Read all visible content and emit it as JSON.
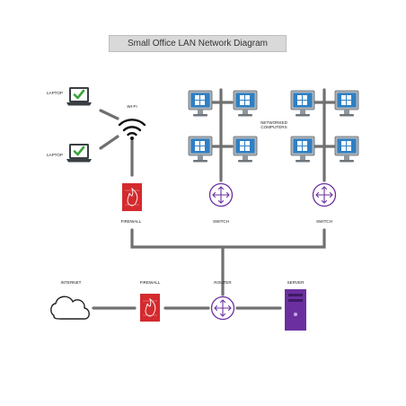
{
  "title": "Small Office LAN Network Diagram",
  "labels": {
    "laptop_top": "LAPTOP",
    "laptop_bottom": "LAPTOP",
    "wifi": "WI-FI",
    "networked_computers": "NETWORKED COMPUTERS",
    "firewall_top": "FIREWALL",
    "switch_left": "SWITCH",
    "switch_right": "SWITCH",
    "internet": "INTERNET",
    "firewall_bottom": "FIREWALL",
    "router": "ROUTER",
    "server": "SERVER"
  },
  "icons": {
    "laptop": "laptop-icon",
    "check": "check-icon",
    "wifi": "wifi-icon",
    "firewall": "firewall-icon",
    "switch": "switch-icon",
    "router": "router-icon",
    "computer": "desktop-computer-icon",
    "cloud": "cloud-icon",
    "server": "server-icon"
  },
  "colors": {
    "firewall": "#d42a2e",
    "network_device": "#6b2fa0",
    "server": "#6b2fa0",
    "screen": "#2f7fc4",
    "check": "#3aa43a",
    "connector": "#707070"
  }
}
